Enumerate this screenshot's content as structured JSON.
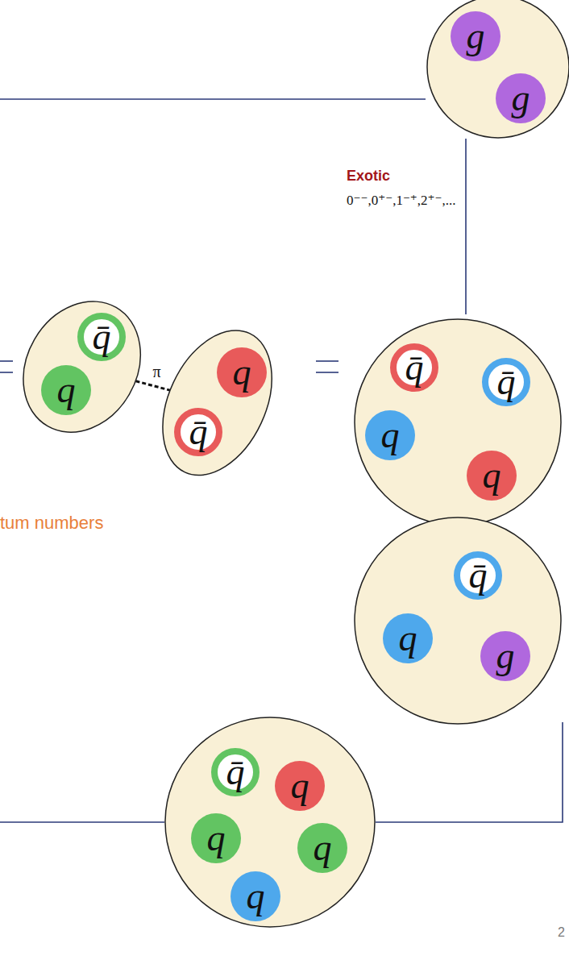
{
  "diagram": {
    "nodes": [
      {
        "text": []
      },
      {
        "text": [
          "g"
        ],
        "in": 0
      },
      {
        "text": [
          "g"
        ],
        "in": 0
      },
      {
        "text": []
      },
      {
        "text": [
          "q̄"
        ],
        "in": 3
      },
      {
        "text": [
          "q"
        ],
        "in": 3
      },
      {
        "text": []
      },
      {
        "text": [
          "q"
        ],
        "in": 6
      },
      {
        "text": [
          "q̄"
        ],
        "in": 6
      },
      {
        "text": []
      },
      {
        "text": [
          "q̄"
        ],
        "in": 9
      },
      {
        "text": [
          "q̄"
        ],
        "in": 9
      },
      {
        "text": [
          "q"
        ],
        "in": 9
      },
      {
        "text": [
          "q"
        ],
        "in": 9
      },
      {
        "text": []
      },
      {
        "text": [
          "q̄"
        ],
        "in": 14
      },
      {
        "text": [
          "q"
        ],
        "in": 14
      },
      {
        "text": [
          "g"
        ],
        "in": 14
      },
      {
        "text": []
      },
      {
        "text": [
          "q̄"
        ],
        "in": 18
      },
      {
        "text": [
          "q"
        ],
        "in": 18
      },
      {
        "text": [
          "q"
        ],
        "in": 18
      },
      {
        "text": [
          "q"
        ],
        "in": 18
      },
      {
        "text": [
          "q"
        ],
        "in": 18
      }
    ],
    "edges": [
      {
        "from": 3,
        "to": 6,
        "arrow": "none",
        "label": "π"
      }
    ],
    "labels": [
      "Exotic",
      "0⁻⁻,0⁺⁻,1⁻⁺,2⁺⁻,...",
      "tum numbers",
      "2"
    ]
  }
}
